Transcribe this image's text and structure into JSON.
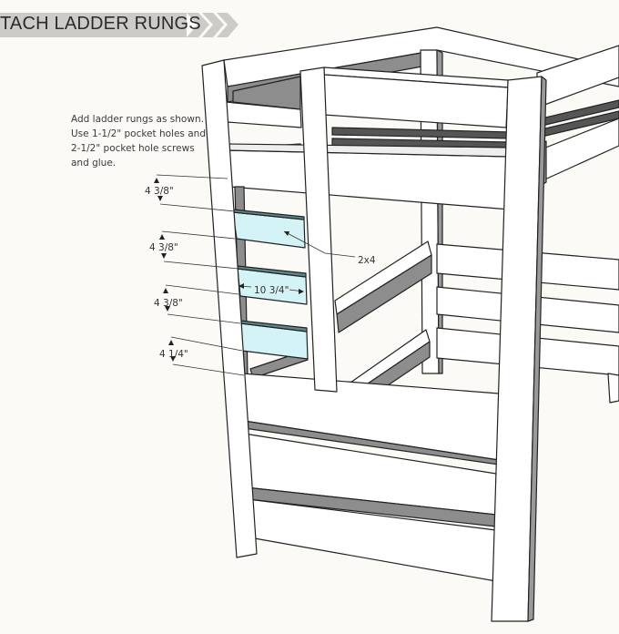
{
  "header": {
    "title": "TACH LADDER RUNGS"
  },
  "instructions": [
    "Add ladder rungs as shown.",
    "Use 1-1/2\" pocket holes and",
    "2-1/2\" pocket hole screws",
    "and glue."
  ],
  "dimensions": {
    "gap1": "4 3/8\"",
    "gap2": "4 3/8\"",
    "gap3": "4 3/8\"",
    "gap4": "4 1/4\"",
    "rung_length": "10 3/4\"",
    "material": "2x4"
  },
  "colors": {
    "background": "#fcfaf6",
    "banner": "#cdcbc7",
    "rung": "#d4f3f6",
    "wood": "#ffffff",
    "shadow": "#9a9a9a"
  }
}
